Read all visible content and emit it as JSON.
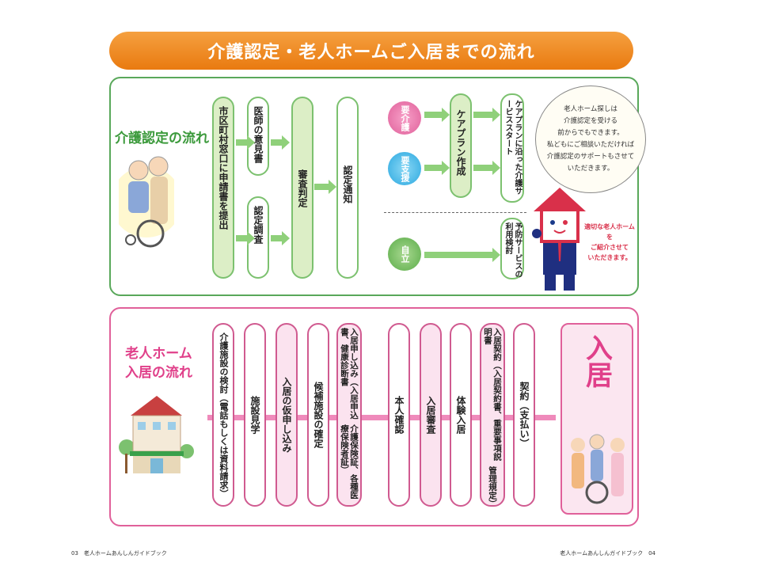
{
  "title": "介護認定・老人ホームご入居までの流れ",
  "care": {
    "heading": "介護認定の流れ",
    "steps": [
      "市区町村窓口に申請書を提出",
      "医師の意見書",
      "認定調査",
      "審査判定",
      "認定通知"
    ],
    "levels": [
      "要介護",
      "要支援",
      "自立"
    ],
    "careplan": "ケアプラン作成",
    "service_start": "ケアプランに沿った介護サービススタート",
    "prevention": "予防サービスの利用検討",
    "bubble": [
      "老人ホーム探しは",
      "介護認定を受ける",
      "前からでもできます。",
      "私どもにご相談いただければ",
      "介護認定のサポートもさせて",
      "いただきます。"
    ],
    "mascot_text": [
      "適切な老人ホームを",
      "ご紹介させて",
      "いただきます。"
    ]
  },
  "home": {
    "heading": [
      "老人ホーム",
      "入居の流れ"
    ],
    "steps": [
      "介護施設の検討（電話もしくは資料請求）",
      "施設見学",
      "入居の仮申し込み",
      "候補施設の確定",
      "入居申し込み（入居申込書、健康診断書",
      "介護保険証、各種医療保険者証）",
      "本人確認",
      "入居審査",
      "体験入居",
      "入居契約（入居契約書、重要事項説明書",
      "管理規定）",
      "契約（支払い）"
    ],
    "final": "入居"
  },
  "footer": {
    "left": "03　老人ホームあんしんガイドブック",
    "right": "老人ホームあんしんガイドブック　04"
  },
  "colors": {
    "orange": "#e97a10",
    "green": "#59a85a",
    "pink": "#e0609a"
  }
}
